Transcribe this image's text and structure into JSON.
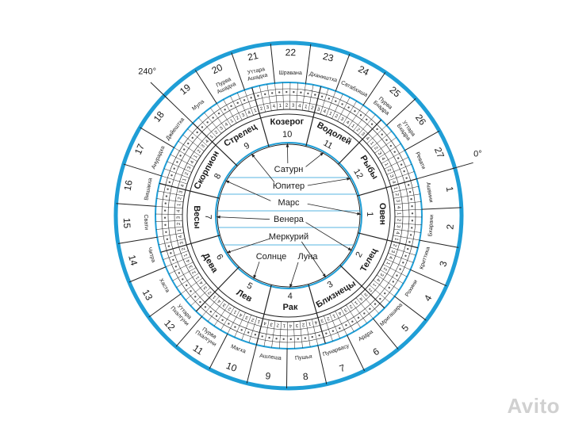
{
  "colors": {
    "ring": "#1f9ed6",
    "line": "#222222",
    "text": "#1a1a1a"
  },
  "nakshatras": [
    {
      "num": "1",
      "name": "Ашвини"
    },
    {
      "num": "2",
      "name": "Бхарани"
    },
    {
      "num": "3",
      "name": "Криттика"
    },
    {
      "num": "4",
      "name": "Рохини"
    },
    {
      "num": "5",
      "name": "Мригашира"
    },
    {
      "num": "6",
      "name": "Ардра"
    },
    {
      "num": "7",
      "name": "Пунарвасу"
    },
    {
      "num": "8",
      "name": "Пушья"
    },
    {
      "num": "9",
      "name": "Ашлеша"
    },
    {
      "num": "10",
      "name": "Магха"
    },
    {
      "num": "11",
      "name": "Пурва Пхалгуни"
    },
    {
      "num": "12",
      "name": "Уттара Пхалгуни"
    },
    {
      "num": "13",
      "name": "Хаста"
    },
    {
      "num": "14",
      "name": "Читра"
    },
    {
      "num": "15",
      "name": "Свати"
    },
    {
      "num": "16",
      "name": "Вишакха"
    },
    {
      "num": "17",
      "name": "Анурадха"
    },
    {
      "num": "18",
      "name": "Джйештха"
    },
    {
      "num": "19",
      "name": "Мула"
    },
    {
      "num": "20",
      "name": "Пурва Ашадха"
    },
    {
      "num": "21",
      "name": "Уттара Ашадха"
    },
    {
      "num": "22",
      "name": "Шравана"
    },
    {
      "num": "23",
      "name": "Дхаништха"
    },
    {
      "num": "24",
      "name": "Сатабхиша"
    },
    {
      "num": "25",
      "name": "Пурва Бхадра"
    },
    {
      "num": "26",
      "name": "Уттара Бхадра"
    },
    {
      "num": "27",
      "name": "Ревати"
    }
  ],
  "signs": [
    {
      "num": "1",
      "name": "Овен"
    },
    {
      "num": "2",
      "name": "Телец"
    },
    {
      "num": "3",
      "name": "Близнецы"
    },
    {
      "num": "4",
      "name": "Рак"
    },
    {
      "num": "5",
      "name": "Лев"
    },
    {
      "num": "6",
      "name": "Дева"
    },
    {
      "num": "7",
      "name": "Весы"
    },
    {
      "num": "8",
      "name": "Скорпион"
    },
    {
      "num": "9",
      "name": "Стрелец"
    },
    {
      "num": "10",
      "name": "Козерог"
    },
    {
      "num": "11",
      "name": "Водолей"
    },
    {
      "num": "12",
      "name": "Рыбы"
    }
  ],
  "planets": [
    {
      "name": "Сатурн",
      "signs": [
        10,
        11
      ]
    },
    {
      "name": "Юпитер",
      "signs": [
        9,
        12
      ]
    },
    {
      "name": "Марс",
      "signs": [
        1,
        8
      ]
    },
    {
      "name": "Венера",
      "signs": [
        2,
        7
      ]
    },
    {
      "name": "Меркурий",
      "signs": [
        3,
        6
      ]
    },
    {
      "name": "Солнце",
      "signs": [
        5
      ]
    },
    {
      "name": "Луна",
      "signs": [
        4
      ]
    }
  ],
  "pada_labels": [
    "1",
    "2",
    "3",
    "4"
  ],
  "degree_marks": [
    {
      "text": "0°",
      "angle": 0
    },
    {
      "text": "240°",
      "angle": 240
    }
  ],
  "watermark": "Avito"
}
